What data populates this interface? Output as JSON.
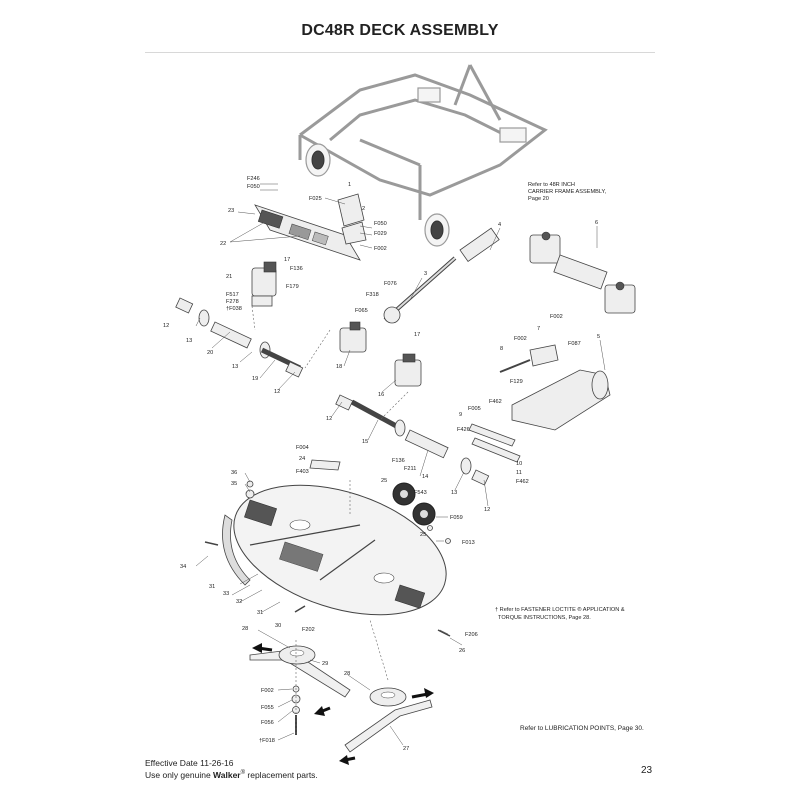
{
  "title": "DC48R DECK ASSEMBLY",
  "notes": {
    "frame_ref": [
      "Refer to 48R INCH",
      "CARRIER FRAME ASSEMBLY,",
      "Page 20"
    ],
    "loctite_ref": [
      "† Refer to FASTENER LOCTITE ® APPLICATION &",
      "TORQUE INSTRUCTIONS, Page 28."
    ],
    "lubrication_ref": "Refer to LUBRICATION POINTS, Page 30."
  },
  "footer": {
    "effective_date": "Effective Date 11-26-16",
    "genuine_prefix": "Use only genuine ",
    "brand": "Walker",
    "registered": "®",
    "genuine_suffix": " replacement parts.",
    "page_number": "23"
  },
  "callouts": [
    "F246",
    "F050",
    "1",
    "F025",
    "2",
    "F050",
    "F029",
    "F002",
    "23",
    "22",
    "4",
    "6",
    "17",
    "F136",
    "21",
    "F179",
    "F517",
    "F278",
    "†F038",
    "3",
    "F076",
    "F318",
    "F065",
    "12",
    "13",
    "20",
    "17",
    "18",
    "13",
    "19",
    "12",
    "16",
    "F002",
    "7",
    "F002",
    "F087",
    "5",
    "8",
    "F129",
    "9",
    "F462",
    "F005",
    "F426",
    "10",
    "11",
    "F462",
    "12",
    "15",
    "F136",
    "F211",
    "14",
    "13",
    "12",
    "F004",
    "24",
    "F403",
    "36",
    "35",
    "25",
    "F543",
    "F059",
    "25",
    "F013",
    "34",
    "31",
    "33",
    "32",
    "31",
    "30",
    "28",
    "F202",
    "29",
    "F206",
    "26",
    "F002",
    "F055",
    "F056",
    "†F018",
    "28",
    "27"
  ]
}
